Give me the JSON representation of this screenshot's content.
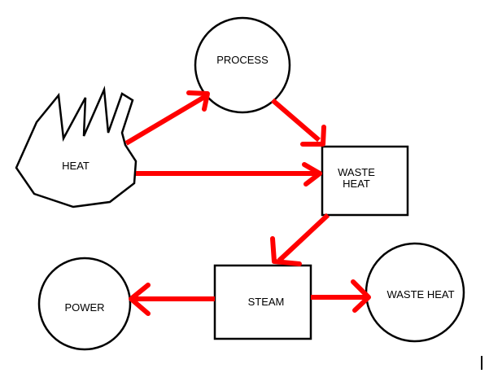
{
  "colors": {
    "arrow": "#ff0000",
    "outline": "#000000",
    "background": "#ffffff"
  },
  "nodes": {
    "heat": {
      "label": "HEAT",
      "shape": "flame"
    },
    "process": {
      "label": "PROCESS",
      "shape": "circle"
    },
    "waste_heat_box": {
      "label_line1": "WASTE",
      "label_line2": "HEAT",
      "shape": "rectangle"
    },
    "steam": {
      "label": "STEAM",
      "shape": "rectangle"
    },
    "power": {
      "label": "POWER",
      "shape": "circle"
    },
    "waste_heat_circle": {
      "label": "WASTE HEAT",
      "shape": "circle"
    }
  },
  "edges": [
    {
      "from": "HEAT",
      "to": "PROCESS"
    },
    {
      "from": "HEAT",
      "to": "WASTE HEAT"
    },
    {
      "from": "PROCESS",
      "to": "WASTE HEAT"
    },
    {
      "from": "WASTE HEAT",
      "to": "STEAM"
    },
    {
      "from": "STEAM",
      "to": "POWER"
    },
    {
      "from": "STEAM",
      "to": "WASTE HEAT"
    }
  ]
}
